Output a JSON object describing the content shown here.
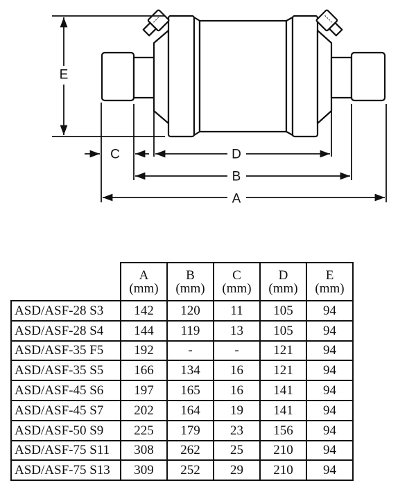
{
  "drawing": {
    "dimension_labels": {
      "A": "A",
      "B": "B",
      "C": "C",
      "D": "D",
      "E": "E"
    }
  },
  "table": {
    "columns": [
      {
        "letter": "A",
        "unit": "(mm)"
      },
      {
        "letter": "B",
        "unit": "(mm)"
      },
      {
        "letter": "C",
        "unit": "(mm)"
      },
      {
        "letter": "D",
        "unit": "(mm)"
      },
      {
        "letter": "E",
        "unit": "(mm)"
      }
    ],
    "rows": [
      {
        "model": "ASD/ASF-28 S3",
        "values": [
          "142",
          "120",
          "11",
          "105",
          "94"
        ]
      },
      {
        "model": "ASD/ASF-28 S4",
        "values": [
          "144",
          "119",
          "13",
          "105",
          "94"
        ]
      },
      {
        "model": "ASD/ASF-35 F5",
        "values": [
          "192",
          "-",
          "-",
          "121",
          "94"
        ]
      },
      {
        "model": "ASD/ASF-35 S5",
        "values": [
          "166",
          "134",
          "16",
          "121",
          "94"
        ]
      },
      {
        "model": "ASD/ASF-45 S6",
        "values": [
          "197",
          "165",
          "16",
          "141",
          "94"
        ]
      },
      {
        "model": "ASD/ASF-45 S7",
        "values": [
          "202",
          "164",
          "19",
          "141",
          "94"
        ]
      },
      {
        "model": "ASD/ASF-50 S9",
        "values": [
          "225",
          "179",
          "23",
          "156",
          "94"
        ]
      },
      {
        "model": "ASD/ASF-75 S11",
        "values": [
          "308",
          "262",
          "25",
          "210",
          "94"
        ]
      },
      {
        "model": "ASD/ASF-75 S13",
        "values": [
          "309",
          "252",
          "29",
          "210",
          "94"
        ]
      }
    ]
  }
}
